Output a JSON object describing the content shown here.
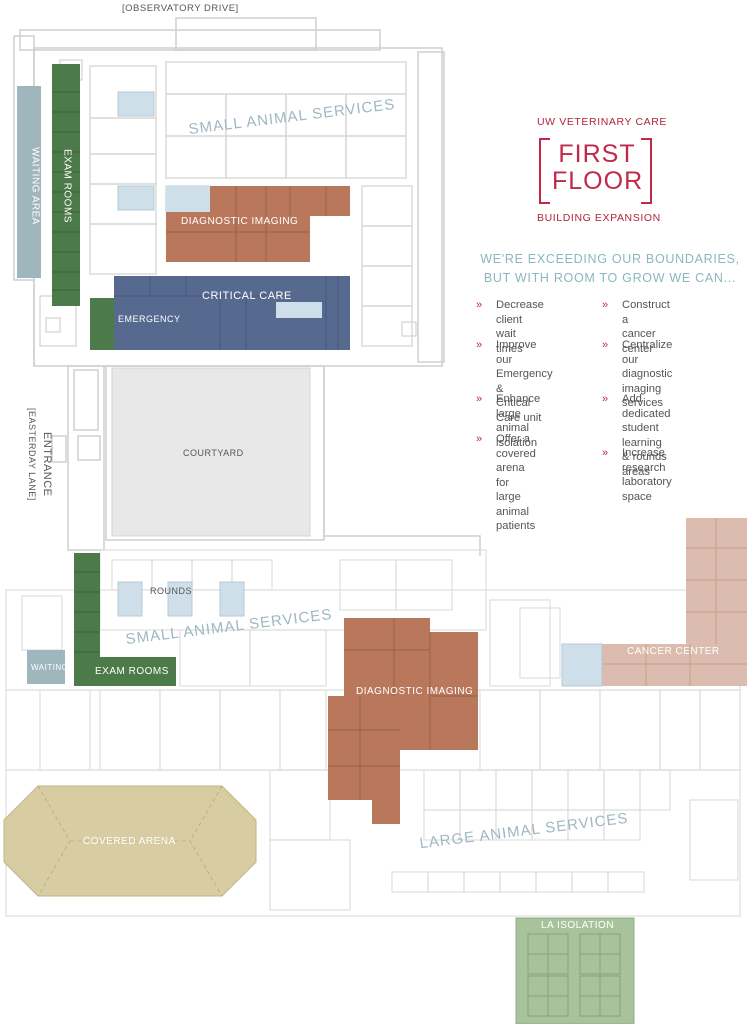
{
  "street_labels": {
    "top": "[OBSERVATORY DRIVE]",
    "side_entrance": "ENTRANCE",
    "side_street": "[EASTERDAY LANE]"
  },
  "header": {
    "org": "UW VETERINARY CARE",
    "floor_line1": "FIRST",
    "floor_line2": "FLOOR",
    "subtitle": "BUILDING EXPANSION"
  },
  "intro": {
    "line1": "WE'RE EXCEEDING OUR BOUNDARIES,",
    "line2": "BUT WITH ROOM TO GROW WE CAN..."
  },
  "goals": {
    "left": [
      "Decrease client\nwait times",
      "Improve our\nEmergency &\nCritical Care unit",
      "Enhance large\nanimal isolation",
      "Offer a covered\narena for large\nanimal patients"
    ],
    "right": [
      "Construct a\ncancer center",
      "Centralize our\ndiagnostic\nimaging services",
      "Add dedicated\nstudent learning\n& rounds areas",
      "Increase research\nlaboratory space"
    ],
    "bullet": "»"
  },
  "rooms": {
    "waiting_area": "WAITING AREA",
    "exam_rooms_top": "EXAM ROOMS",
    "small_animal_top": "SMALL ANIMAL SERVICES",
    "diagnostic_imaging_top": "DIAGNOSTIC IMAGING",
    "critical_care": "CRITICAL CARE",
    "emergency": "EMERGENCY",
    "courtyard": "COURTYARD",
    "rounds": "ROUNDS",
    "small_animal_bottom": "SMALL ANIMAL SERVICES",
    "waiting": "WAITING",
    "exam_rooms_bottom": "EXAM ROOMS",
    "diagnostic_imaging_bottom": "DIAGNOSTIC IMAGING",
    "cancer_center": "CANCER CENTER",
    "covered_arena": "COVERED ARENA",
    "large_animal": "LARGE ANIMAL SERVICES",
    "la_isolation": "LA ISOLATION"
  },
  "colors": {
    "exam_green": "#4c7b49",
    "waiting_blue": "#9fb7bc",
    "imaging_brown": "#b9785c",
    "critical_blue": "#56698f",
    "cancer_pink": "#dcbcae",
    "arena_tan": "#d8cca2",
    "isolation_green": "#a8c39c",
    "light_blue_room": "#cfdfea",
    "accent_red": "#c0294a"
  }
}
